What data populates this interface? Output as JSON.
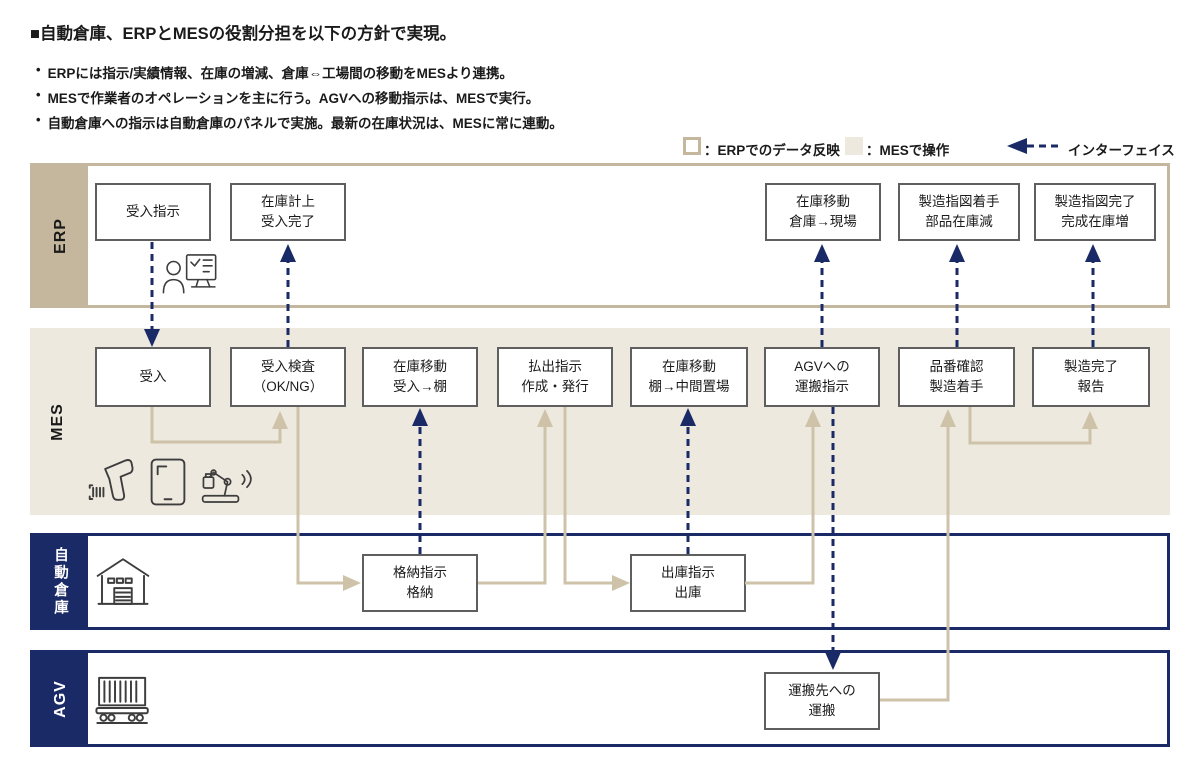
{
  "colors": {
    "navy": "#1a2a66",
    "tan": "#c4b79e",
    "tan_light": "#cec3a9",
    "beige": "#ede9df",
    "box_border": "#5f5f5f",
    "text": "#1a1a1a"
  },
  "header": {
    "title": "■自動倉庫、ERPとMESの役割分担を以下の方針で実現。",
    "bullet_marker": "•",
    "bullets": [
      "ERPには指示/実績情報、在庫の増減、倉庫⇔工場間の移動をMESより連携。",
      "MESで作業者のオペレーションを主に行う。AGVへの移動指示は、MESで実行。",
      "自動倉庫への指示は自動倉庫のパネルで実施。最新の在庫状況は、MESに常に連動。"
    ]
  },
  "legend": {
    "erp_swatch_label": "：ERPでのデータ反映",
    "mes_swatch_label": "：MESで操作",
    "interface_label": "インターフェイス"
  },
  "lanes": {
    "erp": {
      "label": "ERP",
      "boxes": [
        {
          "lines": [
            "受入指示"
          ]
        },
        {
          "lines": [
            "在庫計上",
            "受入完了"
          ]
        },
        {
          "lines": [
            "在庫移動",
            "倉庫→現場"
          ]
        },
        {
          "lines": [
            "製造指図着手",
            "部品在庫減"
          ]
        },
        {
          "lines": [
            "製造指図完了",
            "完成在庫増"
          ]
        }
      ]
    },
    "mes": {
      "label": "MES",
      "boxes": [
        {
          "lines": [
            "受入"
          ]
        },
        {
          "lines": [
            "受入検査",
            "（OK/NG）"
          ]
        },
        {
          "lines": [
            "在庫移動",
            "受入→棚"
          ]
        },
        {
          "lines": [
            "払出指示",
            "作成・発行"
          ]
        },
        {
          "lines": [
            "在庫移動",
            "棚→中間置場"
          ]
        },
        {
          "lines": [
            "AGVへの",
            "運搬指示"
          ]
        },
        {
          "lines": [
            "品番確認",
            "製造着手"
          ]
        },
        {
          "lines": [
            "製造完了",
            "報告"
          ]
        }
      ]
    },
    "warehouse": {
      "label": "自動倉庫",
      "boxes": [
        {
          "lines": [
            "格納指示",
            "格納"
          ]
        },
        {
          "lines": [
            "出庫指示",
            "出庫"
          ]
        }
      ]
    },
    "agv": {
      "label": "AGV",
      "boxes": [
        {
          "lines": [
            "運搬先への",
            "運搬"
          ]
        }
      ]
    }
  },
  "icons": {
    "erp": "operator-terminal-icon",
    "mes": [
      "barcode-scanner-icon",
      "tablet-icon",
      "robot-arm-icon"
    ],
    "warehouse": "warehouse-icon",
    "agv": "agv-cart-icon"
  }
}
